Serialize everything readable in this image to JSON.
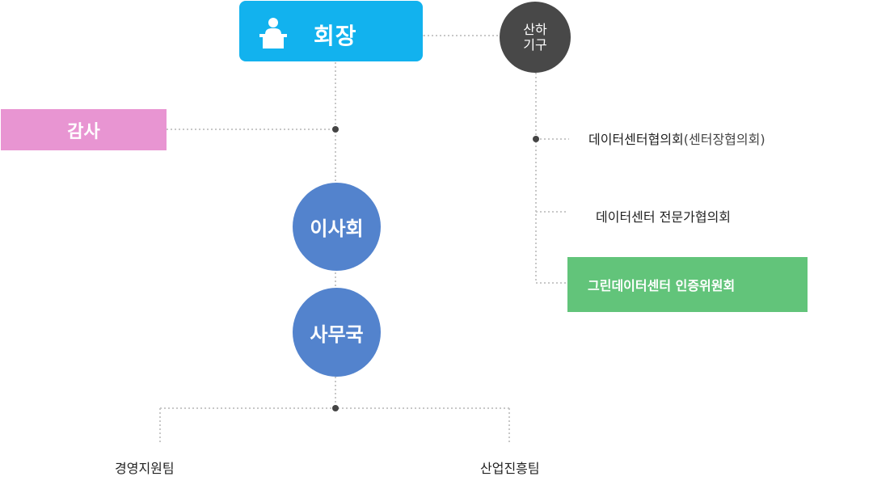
{
  "chairman": {
    "label": "회장"
  },
  "audit": {
    "label": "감사"
  },
  "affiliate": {
    "line1": "산하",
    "line2": "기구"
  },
  "board": {
    "label": "이사회"
  },
  "secretariat": {
    "label": "사무국"
  },
  "committees": [
    {
      "name": "데이터센터협의회",
      "alias": "(센터장협의회)"
    },
    {
      "name": "데이터센터 전문가협의회"
    },
    {
      "name": "그린데이터센터 인증위원회"
    }
  ],
  "teams": [
    {
      "name": "경영지원팀"
    },
    {
      "name": "산업진흥팀"
    }
  ],
  "colors": {
    "chairman": "#12b2ee",
    "audit": "#e895d2",
    "affiliate": "#484848",
    "circles": "#5383cd",
    "green_committee": "#62c47a",
    "connector": "#c8c8c8",
    "junction_dot": "#444444"
  },
  "icons": {
    "chairman": "chairman-podium-icon"
  }
}
